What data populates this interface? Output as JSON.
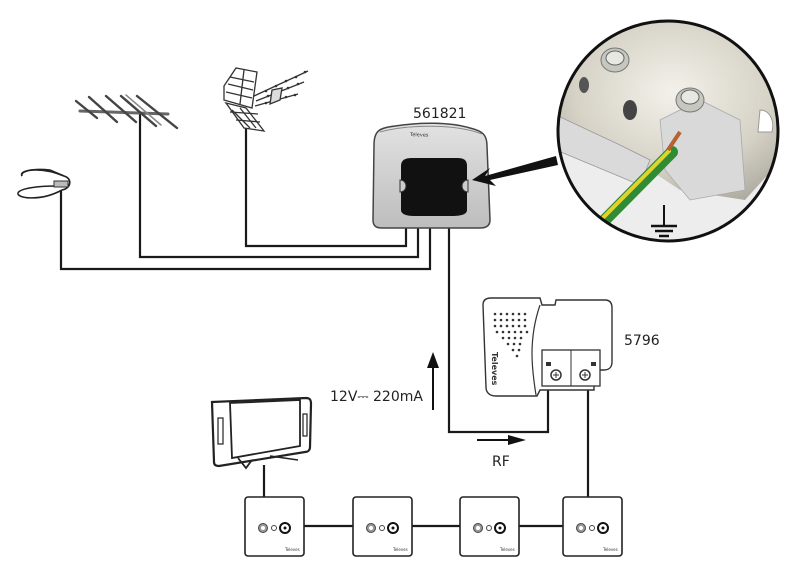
{
  "diagram": {
    "type": "TV antenna installation wiring diagram",
    "components": {
      "satellite_dish": {
        "label": ""
      },
      "vhf_antenna": {
        "label": ""
      },
      "uhf_antenna": {
        "label": ""
      },
      "multi_input_amplifier": {
        "label": "561821",
        "brand": "Televes"
      },
      "power_supply": {
        "label": "5796",
        "brand": "Televes"
      },
      "tv": {
        "label": ""
      },
      "wall_outlets": [
        {
          "brand": "Televes"
        },
        {
          "brand": "Televes"
        },
        {
          "brand": "Televes"
        },
        {
          "brand": "Televes"
        }
      ],
      "ground_detail": {
        "description": "earth wire connection close-up",
        "wire_colors": [
          "#3a9a3a",
          "#e8d52a"
        ]
      }
    },
    "annotations": {
      "power": "12V⎓ 220mA",
      "signal": "RF"
    }
  }
}
